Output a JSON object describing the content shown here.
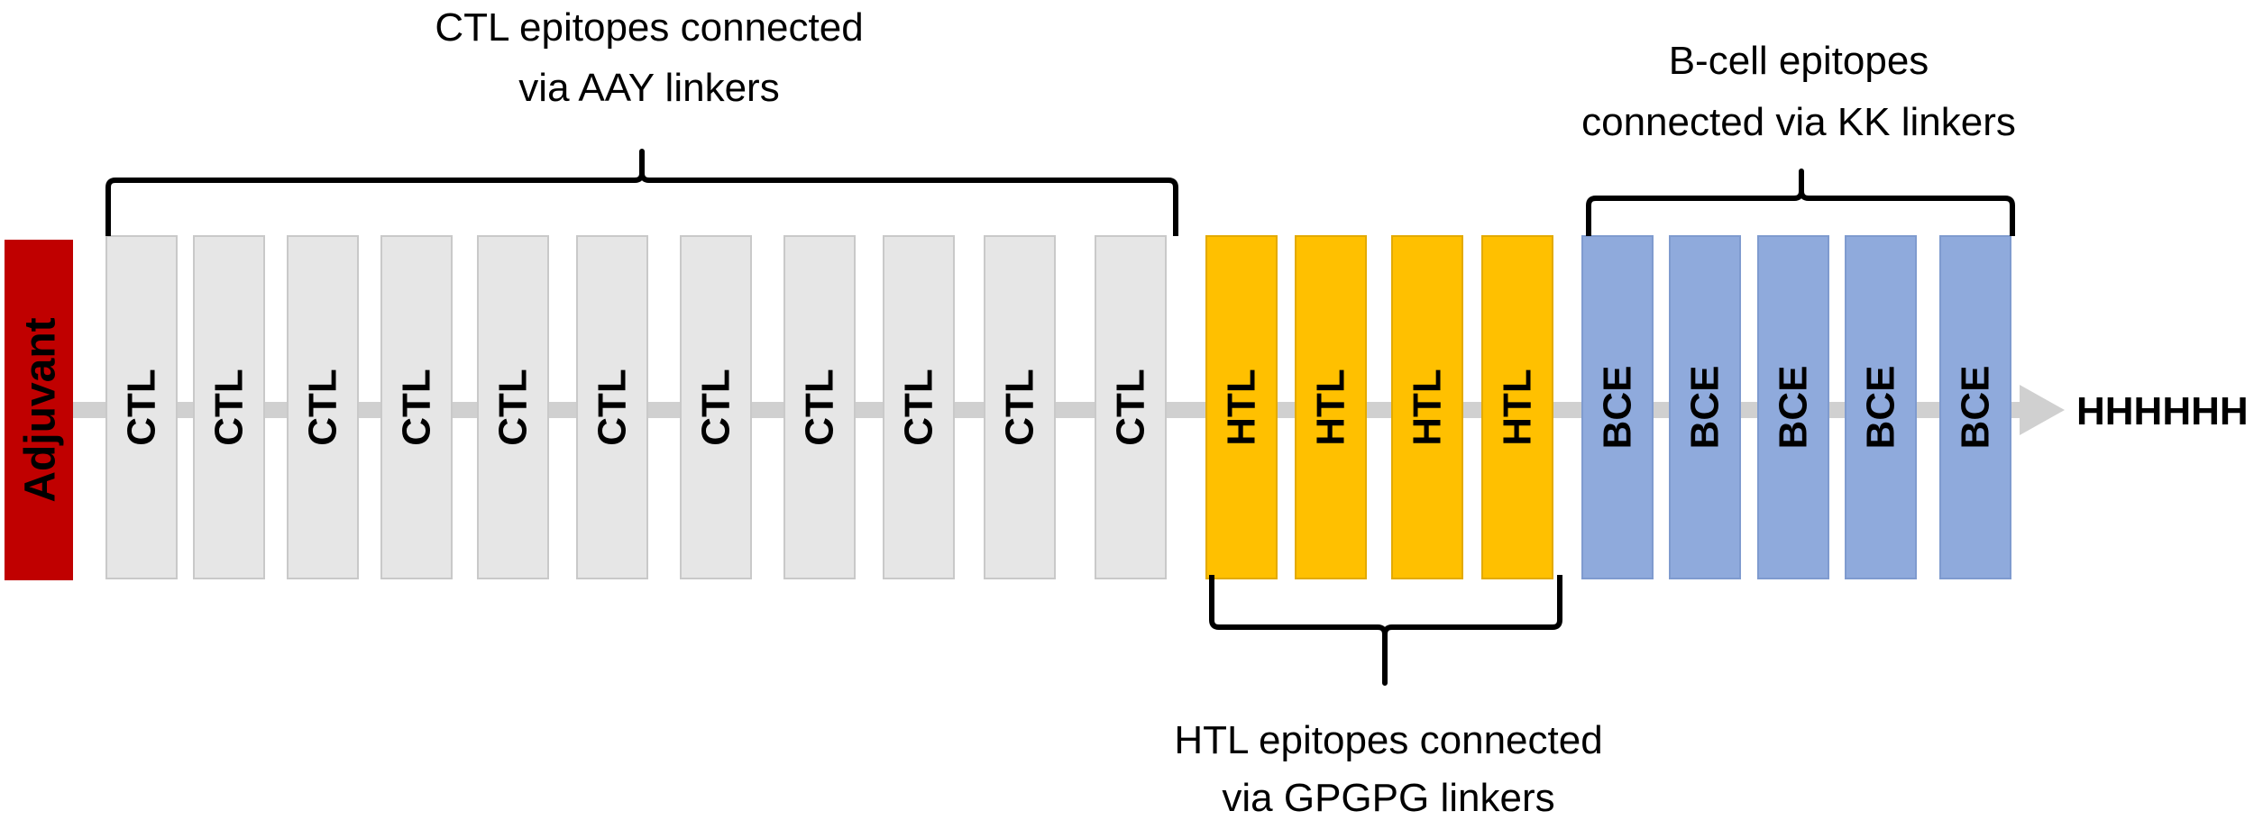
{
  "diagram": {
    "adjuvant": {
      "label": "Adjuvant",
      "color": "#c00000"
    },
    "groups": [
      {
        "key": "ctl",
        "segment_label": "CTL",
        "count": 11,
        "fill": "#e6e6e6",
        "stroke": "#c9c9c9",
        "caption": [
          "CTL epitopes connected",
          "via AAY linkers"
        ]
      },
      {
        "key": "htl",
        "segment_label": "HTL",
        "count": 4,
        "fill": "#ffc000",
        "stroke": "#e3aa00",
        "caption": [
          "HTL epitopes connected",
          "via GPGPG linkers"
        ]
      },
      {
        "key": "bce",
        "segment_label": "BCE",
        "count": 5,
        "fill": "#8faadc",
        "stroke": "#7f9bcf",
        "caption": [
          "B-cell epitopes",
          "connected via KK linkers"
        ]
      }
    ],
    "tag": "HHHHHH",
    "backbone_color": "#d0d0d0"
  }
}
